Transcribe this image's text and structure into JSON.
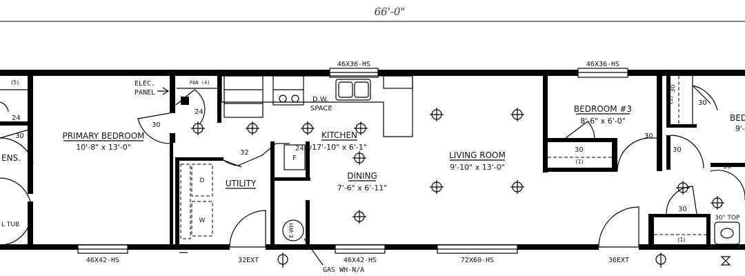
{
  "overall_dimension": "66'-0\"",
  "rooms": {
    "primary_bedroom": {
      "name": "PRIMARY BEDROOM",
      "size": "10'-8\" x 13'-0\""
    },
    "kitchen": {
      "name": "KITCHEN",
      "size": "17'-10\" x 6'-1\""
    },
    "living_room": {
      "name": "LIVING ROOM",
      "size": "9'-10\" x 13'-0\""
    },
    "dining": {
      "name": "DINING",
      "size": "7'-6\" x 6'-11\""
    },
    "bedroom3": {
      "name": "BEDROOM #3",
      "size": "8'-6\" x 6'-0\""
    },
    "utility": {
      "name": "UTILITY"
    },
    "bedroom_cut": {
      "name": "BED",
      "size": "9'-"
    },
    "ens_cut": {
      "name": "ENS."
    }
  },
  "windows": {
    "top_kitchen": "46X36-HS",
    "top_bedroom": "46X36-HS",
    "bottom_primary": "46X42-HS",
    "bottom_dining": "46X42-HS",
    "bottom_living": "72X60-HS"
  },
  "doors": {
    "ext_utility": "32EXT",
    "ext_living": "36EXT",
    "d30_primary": "30",
    "d30_left": "30",
    "d24_pan": "24",
    "d24_left": "24",
    "d32_utility": "32",
    "d30_bed3_closet": "30",
    "d30_bed3": "30",
    "d30_hall": "30",
    "d30_right1": "30",
    "d30_right2": "30",
    "d30_right3": "30",
    "d30_bath": "30"
  },
  "labels": {
    "elec_panel_1": "ELEC.",
    "elec_panel_2": "PANEL",
    "pan": "PAN (4)",
    "dw_1": "D.W.",
    "dw_2": "SPACE",
    "lv24": "24LV",
    "fridge": "F",
    "washer": "W",
    "dryer": "D",
    "water_heater": "E-WH",
    "gas_wh": "GAS WH-N/A",
    "shelf_bed3": "(1)",
    "shelf_hall": "(1)",
    "shelf_right": "(1)",
    "top_left_5": "(5)",
    "tub": "L TUB",
    "top_30": "30\" TOP"
  }
}
